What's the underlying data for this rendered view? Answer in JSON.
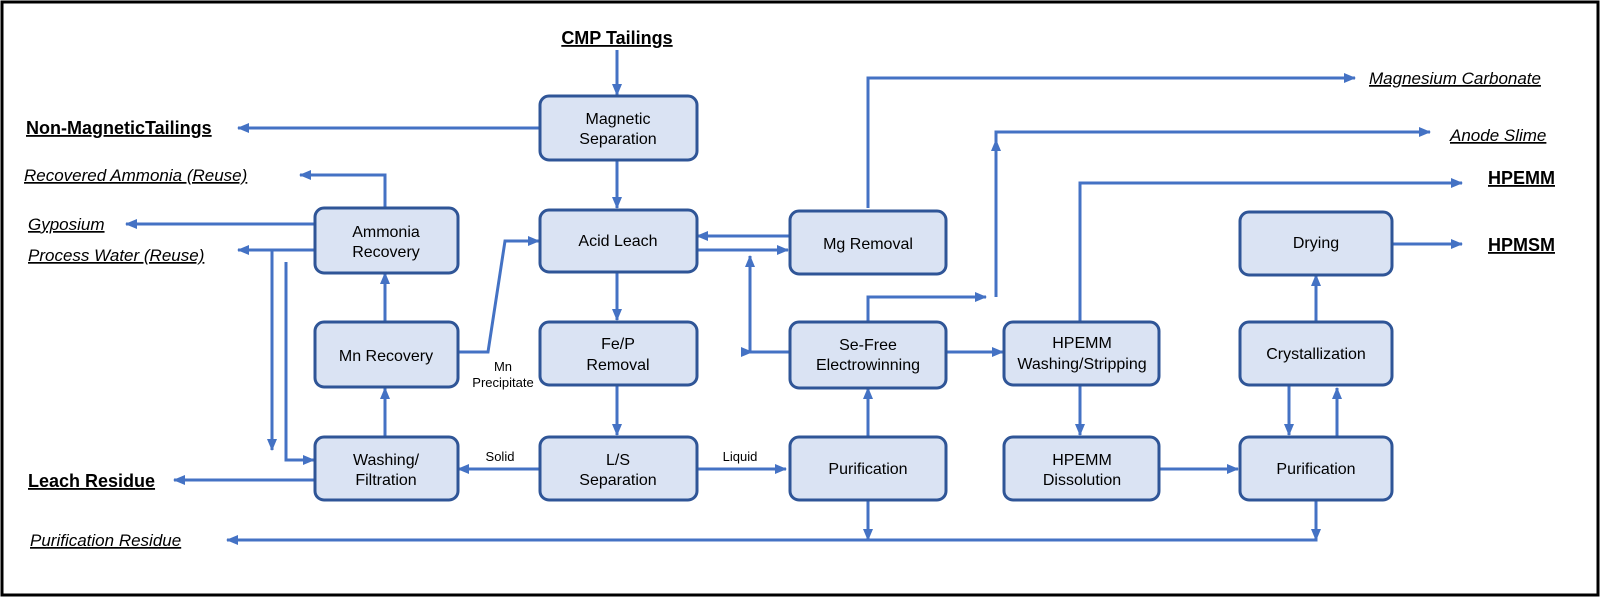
{
  "diagram": {
    "process_boxes": {
      "magnetic_separation": [
        "Magnetic",
        "Separation"
      ],
      "acid_leach": [
        "Acid Leach"
      ],
      "mg_removal": [
        "Mg Removal"
      ],
      "ammonia_recovery": [
        "Ammonia",
        "Recovery"
      ],
      "mn_recovery": [
        "Mn Recovery"
      ],
      "fe_p_removal": [
        "Fe/P",
        "Removal"
      ],
      "se_free_electrowinning": [
        "Se-Free",
        "Electrowinning"
      ],
      "hpemm_washing": [
        "HPEMM",
        "Washing/Stripping"
      ],
      "crystallization": [
        "Crystallization"
      ],
      "drying": [
        "Drying"
      ],
      "washing_filtration": [
        "Washing/",
        "Filtration"
      ],
      "ls_separation": [
        "L/S",
        "Separation"
      ],
      "purification_1": [
        "Purification"
      ],
      "hpemm_dissolution": [
        "HPEMM",
        "Dissolution"
      ],
      "purification_2": [
        "Purification"
      ]
    },
    "inputs": {
      "cmp_tailings": "CMP Tailings"
    },
    "outputs": {
      "non_magnetic_tailings": "Non-MagneticTailings",
      "recovered_ammonia": "Recovered Ammonia (Reuse)",
      "gyposium": "Gyposium",
      "process_water": "Process Water (Reuse)",
      "leach_residue": "Leach Residue",
      "purification_residue": "Purification Residue",
      "magnesium_carbonate": "Magnesium Carbonate",
      "anode_slime": "Anode Slime",
      "hpemm": "HPEMM",
      "hpmsm": "HPMSM"
    },
    "edge_labels": {
      "mn_precipitate": [
        "Mn",
        "Precipitate"
      ],
      "solid": "Solid",
      "liquid": "Liquid"
    }
  }
}
